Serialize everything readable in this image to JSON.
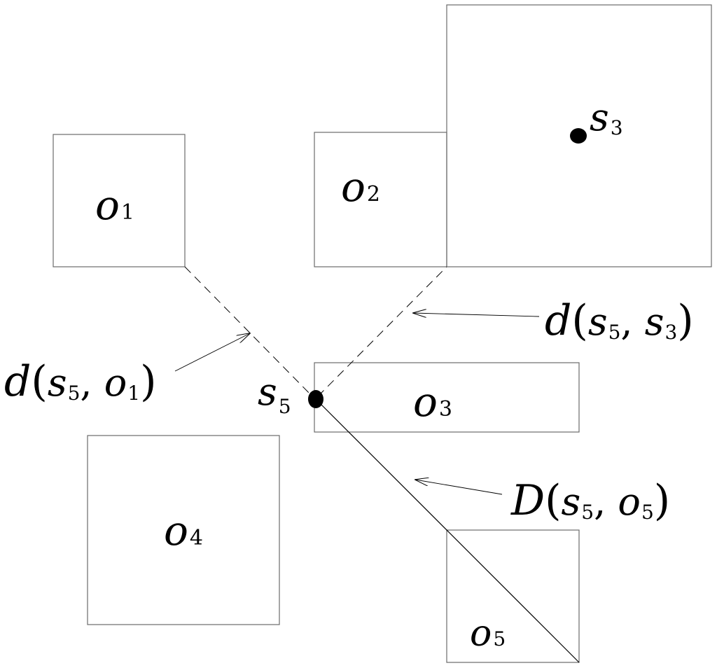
{
  "objects": {
    "o1": {
      "base": "o",
      "sub": "1"
    },
    "o2": {
      "base": "o",
      "sub": "2"
    },
    "o3": {
      "base": "o",
      "sub": "3"
    },
    "o4": {
      "base": "o",
      "sub": "4"
    },
    "o5": {
      "base": "o",
      "sub": "5"
    }
  },
  "points": {
    "s3": {
      "base": "s",
      "sub": "3"
    },
    "s5": {
      "base": "s",
      "sub": "5"
    }
  },
  "distances": {
    "d_s5_o1": {
      "fn": "d",
      "open": "(",
      "a": "s",
      "a_sub": "5",
      "sep": ", ",
      "b": "o",
      "b_sub": "1",
      "close": ")"
    },
    "d_s5_s3": {
      "fn": "d",
      "open": "(",
      "a": "s",
      "a_sub": "5",
      "sep": ", ",
      "b": "s",
      "b_sub": "3",
      "close": ")"
    },
    "D_s5_o5": {
      "fn": "D",
      "open": "(",
      "a": "s",
      "a_sub": "5",
      "sep": ", ",
      "b": "o",
      "b_sub": "5",
      "close": ")"
    }
  }
}
